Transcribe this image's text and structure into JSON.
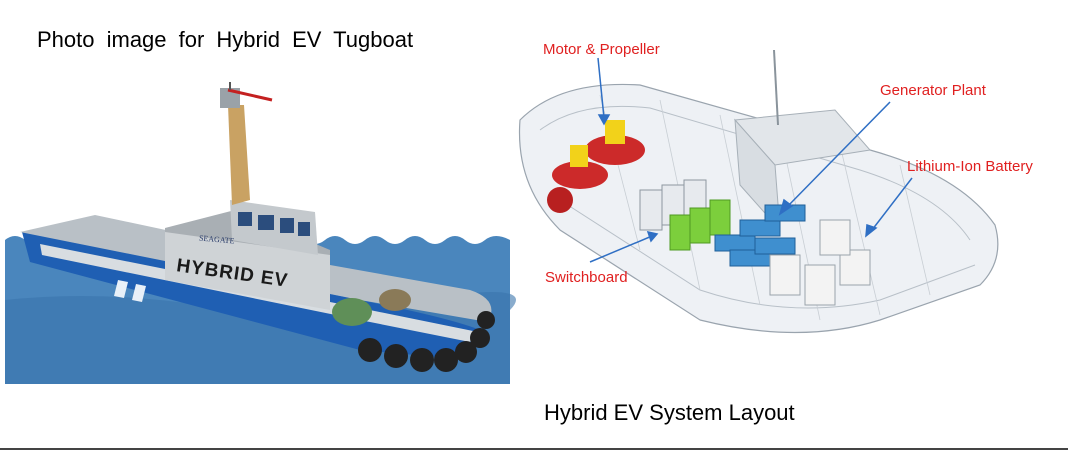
{
  "captions": {
    "photo": "Photo image for Hybrid EV Tugboat",
    "layout": "Hybrid EV System Layout"
  },
  "photo": {
    "hull_text": "HYBRID EV",
    "brand_text": "SEAGATE"
  },
  "callouts": {
    "motor_propeller": "Motor & Propeller",
    "generator_plant": "Generator Plant",
    "battery": "Lithium-Ion Battery",
    "switchboard": "Switchboard"
  },
  "colors": {
    "callout_red": "#e02020",
    "arrow_blue": "#2f6fc4",
    "sea_blue": "#4a86bd",
    "hull_blue": "#1f5fb3",
    "propeller_red": "#cc2a2a",
    "battery_green": "#7ccf3c",
    "generator_blue": "#3f8fcf"
  }
}
